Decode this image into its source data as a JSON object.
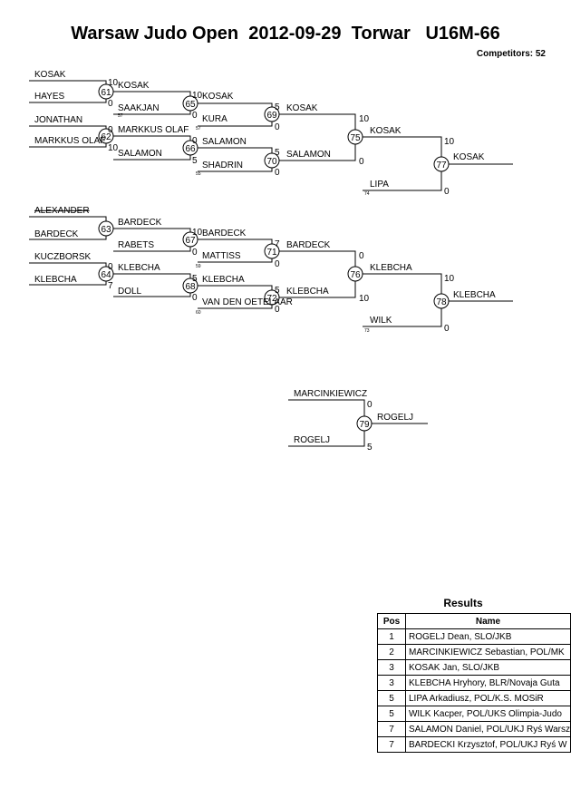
{
  "header": {
    "title": "Warsaw Judo Open  2012-09-29  Torwar   U16M-66",
    "competitors": "Competitors: 52"
  },
  "bracket": {
    "upper": {
      "r1": [
        {
          "name": "KOSAK",
          "score": "10"
        },
        {
          "name": "HAYES",
          "score": "0"
        },
        {
          "name": "JONATHAN",
          "score": "0"
        },
        {
          "name": "MARKKUS OLAF",
          "score": "10"
        }
      ],
      "m61": "61",
      "m62": "62",
      "r2": [
        {
          "name": "KOSAK",
          "score": "10"
        },
        {
          "name": "SAAKJAN",
          "score": "0",
          "sub": "57"
        },
        {
          "name": "MARKKUS OLAF",
          "score": "0"
        },
        {
          "name": "SALAMON",
          "score": "5"
        }
      ],
      "m65": "65",
      "m66": "66",
      "r3": [
        {
          "name": "KOSAK",
          "score": "5"
        },
        {
          "name": "KURA",
          "score": "0",
          "sub": "57"
        },
        {
          "name": "SALAMON",
          "score": "5"
        },
        {
          "name": "SHADRIN",
          "score": "0",
          "sub": "55"
        }
      ],
      "m69": "69",
      "m70": "70",
      "r4": [
        {
          "name": "KOSAK",
          "score": "10"
        },
        {
          "name": "SALAMON",
          "score": "0"
        }
      ],
      "m75": "75",
      "r5": [
        {
          "name": "KOSAK",
          "score": "10"
        },
        {
          "name": "LIPA",
          "score": "0",
          "sub": "74"
        }
      ],
      "m77": "77",
      "final": "KOSAK"
    },
    "lower": {
      "r1": [
        {
          "name": "ALEXANDER",
          "score": ""
        },
        {
          "name": "BARDECK",
          "score": ""
        },
        {
          "name": "KUCZBORSK",
          "score": "0"
        },
        {
          "name": "KLEBCHA",
          "score": "7"
        }
      ],
      "m63": "63",
      "m64": "64",
      "r2": [
        {
          "name": "BARDECK",
          "score": "10"
        },
        {
          "name": "RABETS",
          "score": "0"
        },
        {
          "name": "KLEBCHA",
          "score": "5"
        },
        {
          "name": "DOLL",
          "score": "0"
        }
      ],
      "m67": "67",
      "m68": "68",
      "r3": [
        {
          "name": "BARDECK",
          "score": "7"
        },
        {
          "name": "MATTISS",
          "score": "0",
          "sub": "59"
        },
        {
          "name": "KLEBCHA",
          "score": "5"
        },
        {
          "name": "VAN DEN OETELAAR",
          "score": "0",
          "sub": "60"
        }
      ],
      "m71": "71",
      "m72": "72",
      "r4": [
        {
          "name": "BARDECK",
          "score": "0"
        },
        {
          "name": "KLEBCHA",
          "score": "10"
        }
      ],
      "m76": "76",
      "r5": [
        {
          "name": "KLEBCHA",
          "score": "10"
        },
        {
          "name": "WILK",
          "score": "0",
          "sub": "73"
        }
      ],
      "m78": "78",
      "final": "KLEBCHA"
    },
    "final_match": {
      "a": {
        "name": "MARCINKIEWICZ",
        "score": "0"
      },
      "b": {
        "name": "ROGELJ",
        "score": "5"
      },
      "num": "79",
      "winner": "ROGELJ"
    }
  },
  "results": {
    "title": "Results",
    "headers": [
      "Pos",
      "Name"
    ],
    "rows": [
      {
        "pos": "1",
        "name": "ROGELJ Dean, SLO/JKB"
      },
      {
        "pos": "2",
        "name": "MARCINKIEWICZ Sebastian, POL/MK"
      },
      {
        "pos": "3",
        "name": "KOSAK Jan, SLO/JKB"
      },
      {
        "pos": "3",
        "name": "KLEBCHA Hryhory, BLR/Novaja Guta"
      },
      {
        "pos": "5",
        "name": "LIPA Arkadiusz, POL/K.S. MOSiR"
      },
      {
        "pos": "5",
        "name": "WILK Kacper, POL/UKS Olimpia-Judo"
      },
      {
        "pos": "7",
        "name": "SALAMON Daniel, POL/UKJ Ryś Warsz"
      },
      {
        "pos": "7",
        "name": "BARDECKI Krzysztof, POL/UKJ Ryś W"
      }
    ]
  }
}
